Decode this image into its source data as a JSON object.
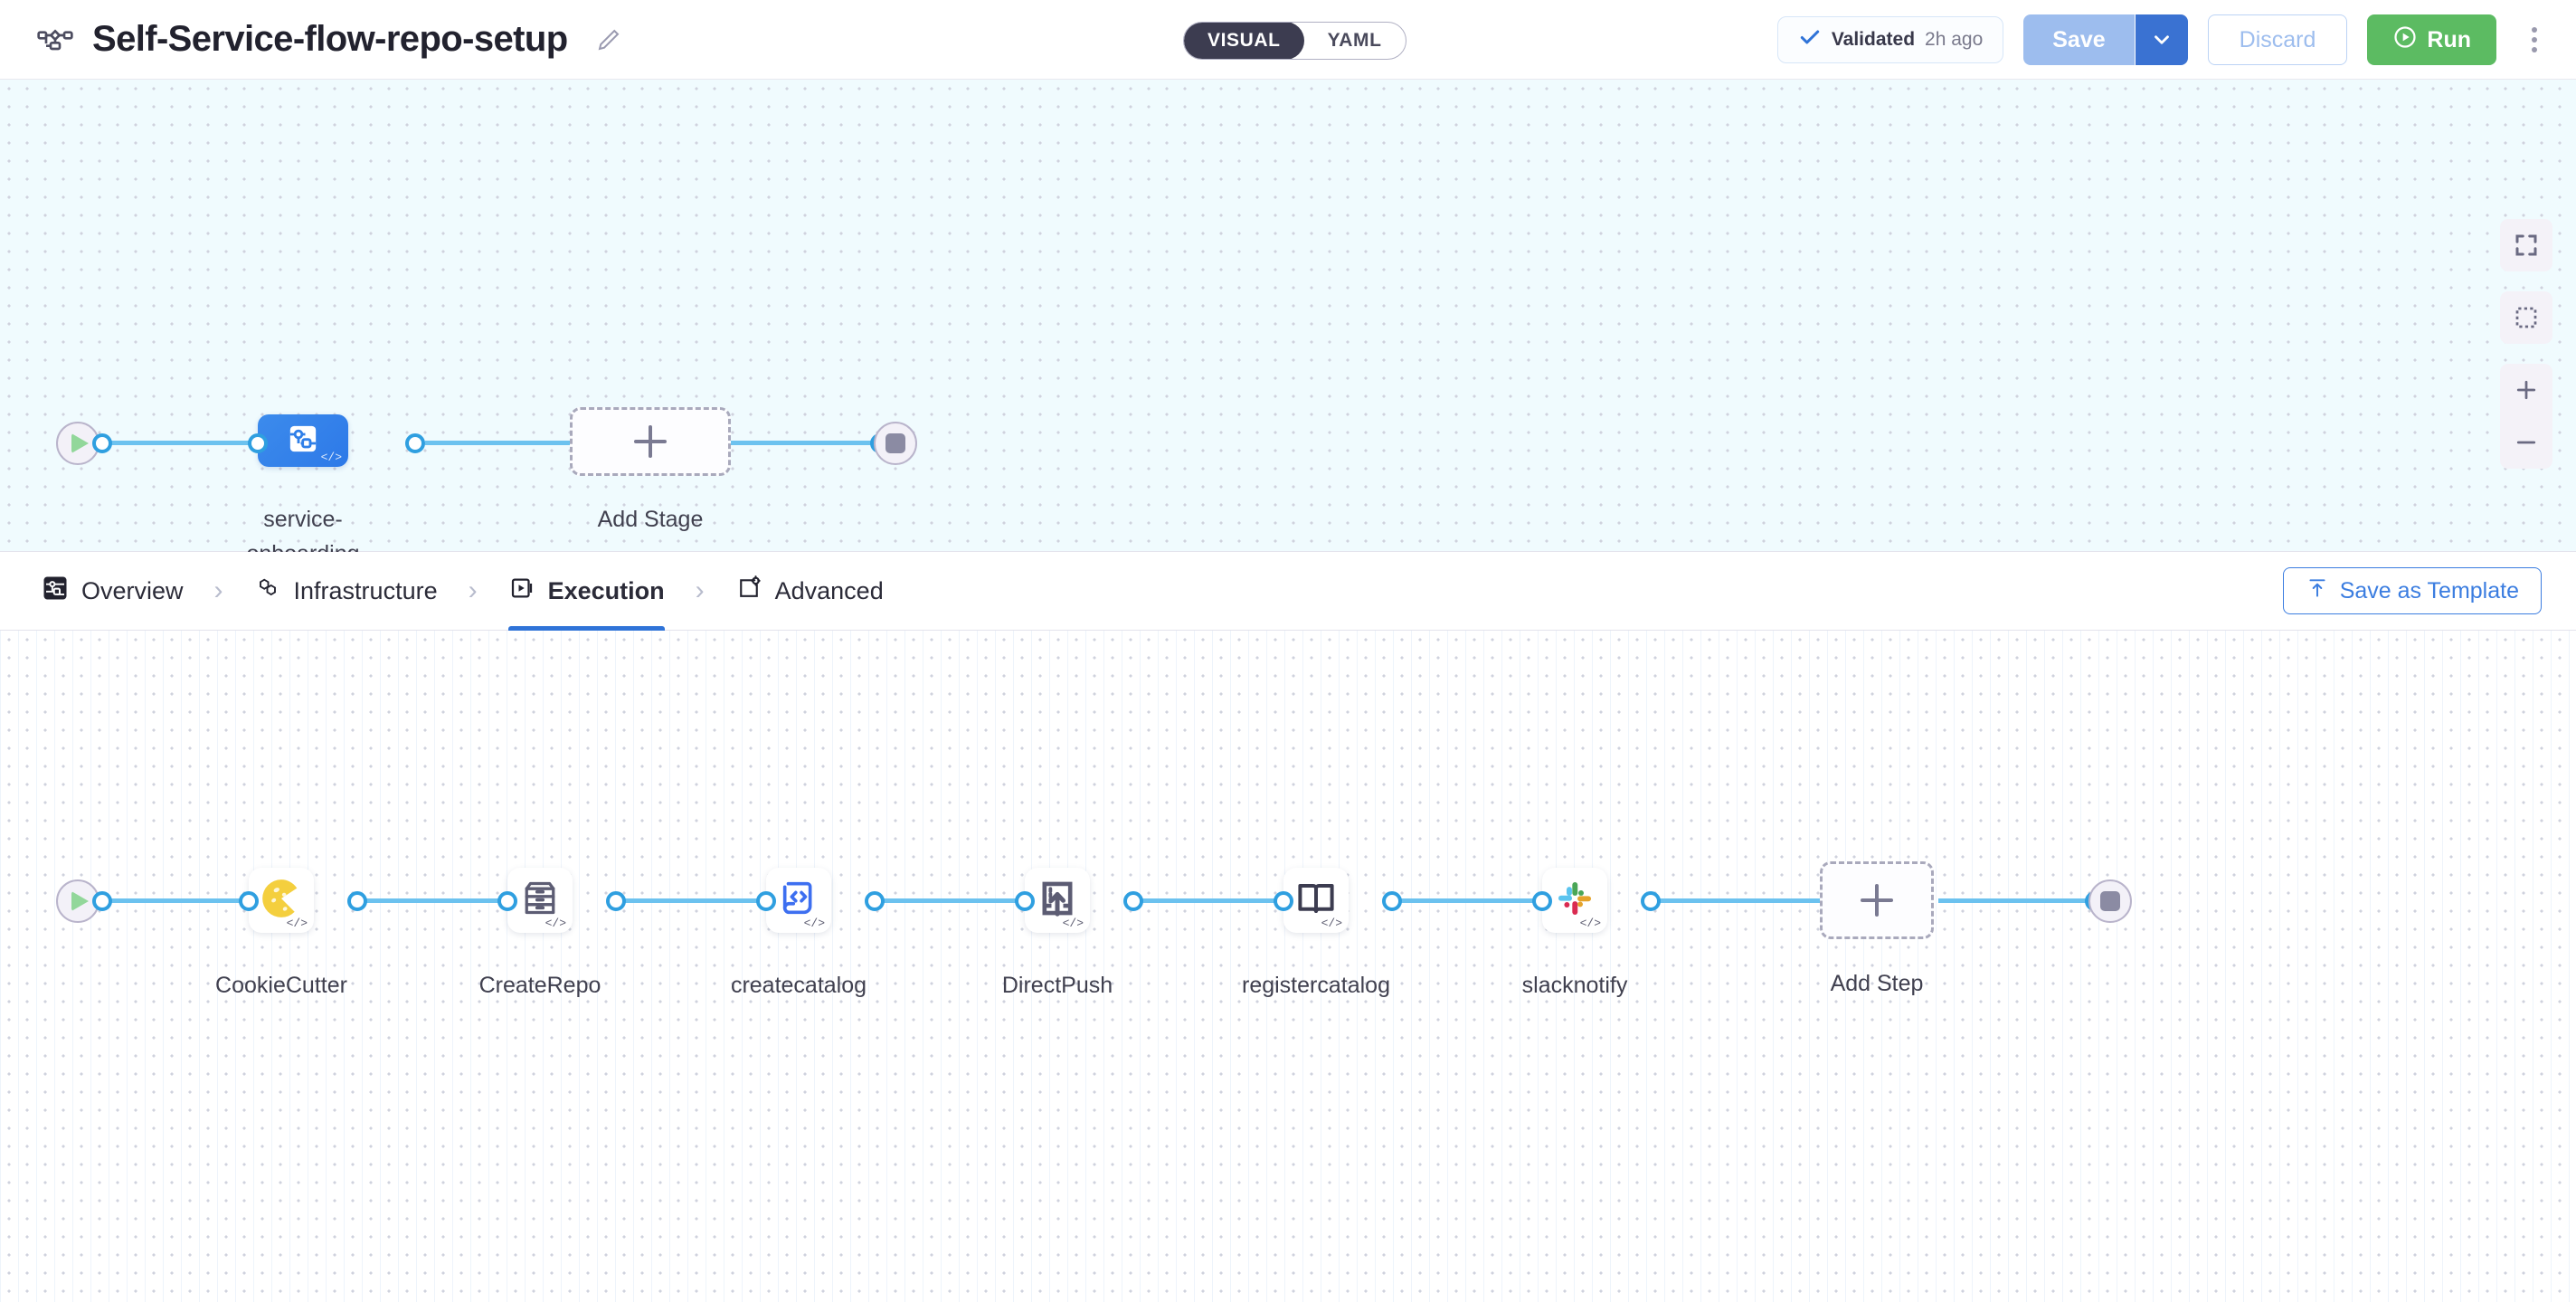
{
  "header": {
    "pipeline_icon": "pipeline-flow-icon",
    "title": "Self-Service-flow-repo-setup",
    "edit_icon": "pencil-icon",
    "mode_toggle": {
      "options": [
        "VISUAL",
        "YAML"
      ],
      "selected": "VISUAL"
    },
    "validated": {
      "icon": "check-icon",
      "label": "Validated",
      "time": "2h ago"
    },
    "save_label": "Save",
    "save_caret_icon": "chevron-down-icon",
    "discard_label": "Discard",
    "run_label": "Run",
    "run_icon": "play-circle-icon",
    "more_icon": "kebab-menu-icon"
  },
  "stage_canvas": {
    "start_icon": "play-icon",
    "end_icon": "stop-icon",
    "stage": {
      "label": "service-\nonboarding",
      "label_line1": "service-",
      "label_line2": "onboarding",
      "icon": "service-deployment-icon",
      "code_badge": "</>"
    },
    "add_stage_label": "Add Stage",
    "add_stage_icon": "plus-icon"
  },
  "tabs": [
    {
      "label": "Overview",
      "icon": "overview-icon",
      "active": false
    },
    {
      "label": "Infrastructure",
      "icon": "infrastructure-icon",
      "active": false
    },
    {
      "label": "Execution",
      "icon": "execution-icon",
      "active": true
    },
    {
      "label": "Advanced",
      "icon": "advanced-gear-icon",
      "active": false
    }
  ],
  "tab_separator": "›",
  "save_as_template": {
    "label": "Save as Template",
    "icon": "upload-template-icon"
  },
  "step_canvas": {
    "start_icon": "play-icon",
    "end_icon": "stop-icon",
    "code_badge": "</>",
    "steps": [
      {
        "label": "CookieCutter",
        "icon": "cookie-icon"
      },
      {
        "label": "CreateRepo",
        "icon": "archive-cabinet-icon"
      },
      {
        "label": "createcatalog",
        "icon": "code-document-icon"
      },
      {
        "label": "DirectPush",
        "icon": "document-upload-icon"
      },
      {
        "label": "registercatalog",
        "icon": "open-book-icon"
      },
      {
        "label": "slacknotify",
        "icon": "slack-icon"
      }
    ],
    "add_step_label": "Add Step",
    "add_step_icon": "plus-icon"
  },
  "canvas_controls": [
    {
      "name": "fit-to-screen",
      "icon": "expand-corners-icon"
    },
    {
      "name": "select-area",
      "icon": "marquee-select-icon"
    },
    {
      "name": "zoom-in",
      "icon": "plus-icon"
    },
    {
      "name": "zoom-out",
      "icon": "minus-icon"
    }
  ],
  "colors": {
    "accent_blue": "#2f73d8",
    "edge_blue": "#6cc2ef",
    "stage_blue": "#2d79e8",
    "run_green": "#5cbb62",
    "save_blue": "#9dbdee",
    "canvas_top": "#f0fbfe"
  }
}
